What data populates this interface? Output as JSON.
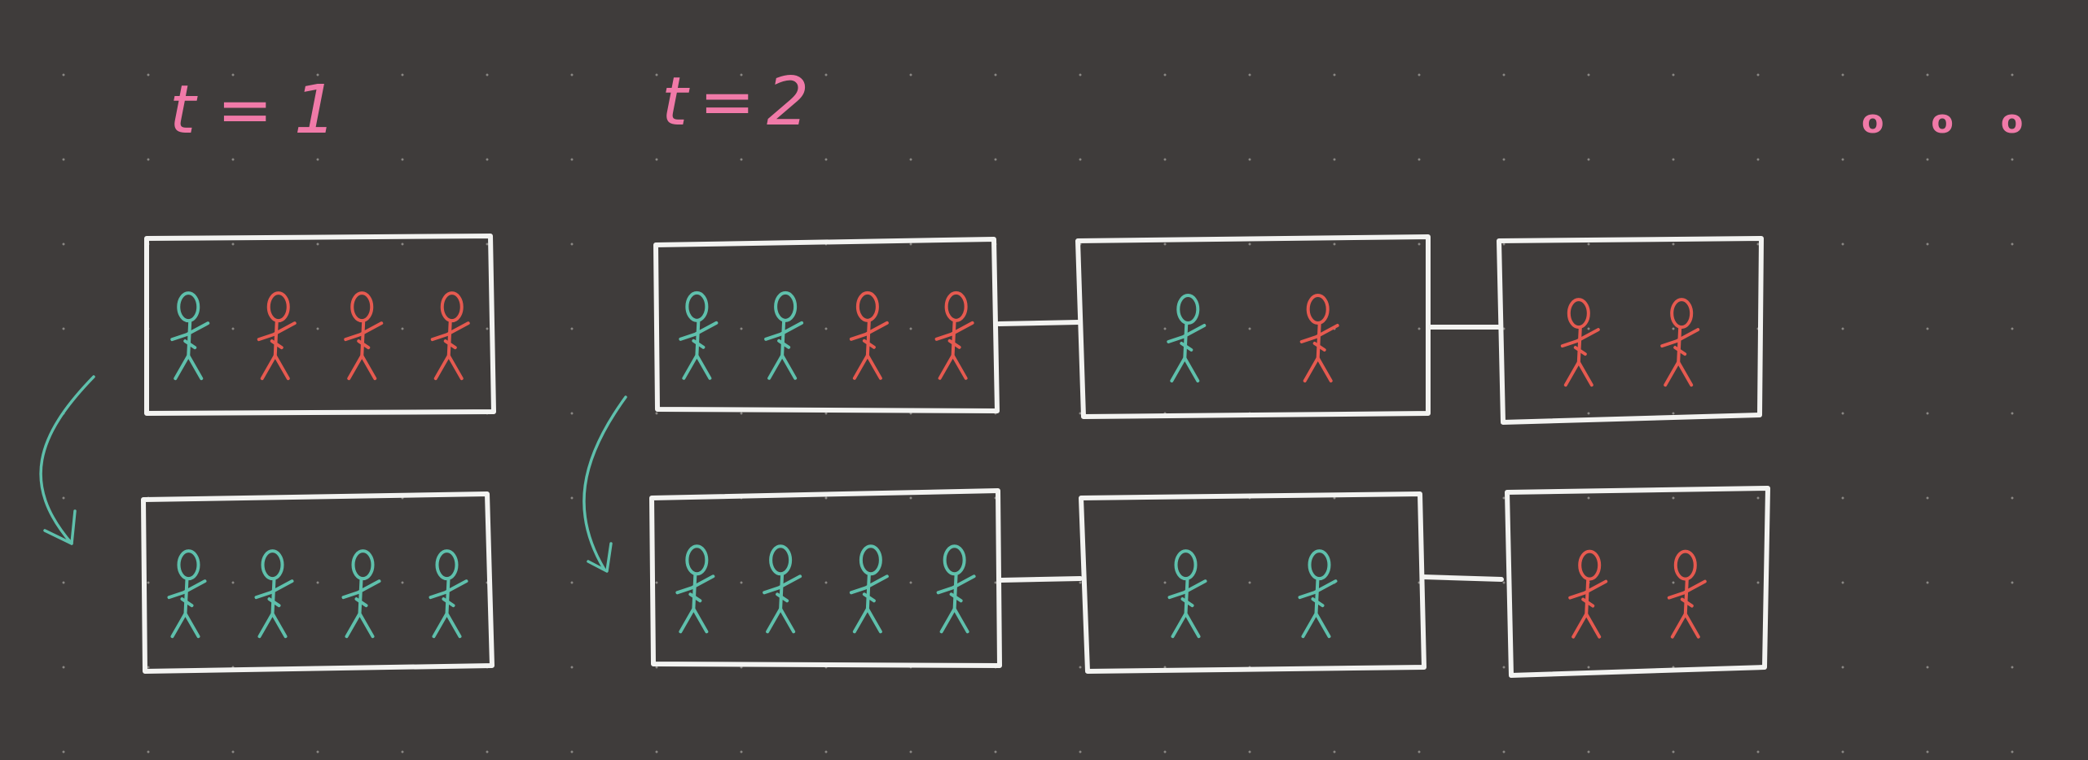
{
  "labels": {
    "step1": "t = 1",
    "step2": "t = 2",
    "ellipsis": "o o o"
  },
  "colors": {
    "background": "#3f3c3b",
    "grid_dot": "#8a8784",
    "frame": "#f3f3f1",
    "label": "#f07aa8",
    "teal": "#5fc0ac",
    "red": "#e65a50"
  },
  "groups": [
    {
      "name": "step-1",
      "rows": [
        [
          [
            "teal",
            "red",
            "red",
            "red"
          ]
        ],
        [
          [
            "teal",
            "teal",
            "teal",
            "teal"
          ]
        ]
      ]
    },
    {
      "name": "step-2",
      "rows": [
        [
          [
            "teal",
            "teal",
            "red",
            "red"
          ],
          [
            "teal",
            "red"
          ],
          [
            "red",
            "red"
          ]
        ],
        [
          [
            "teal",
            "teal",
            "teal",
            "teal"
          ],
          [
            "teal",
            "teal"
          ],
          [
            "red",
            "red"
          ]
        ]
      ]
    }
  ]
}
